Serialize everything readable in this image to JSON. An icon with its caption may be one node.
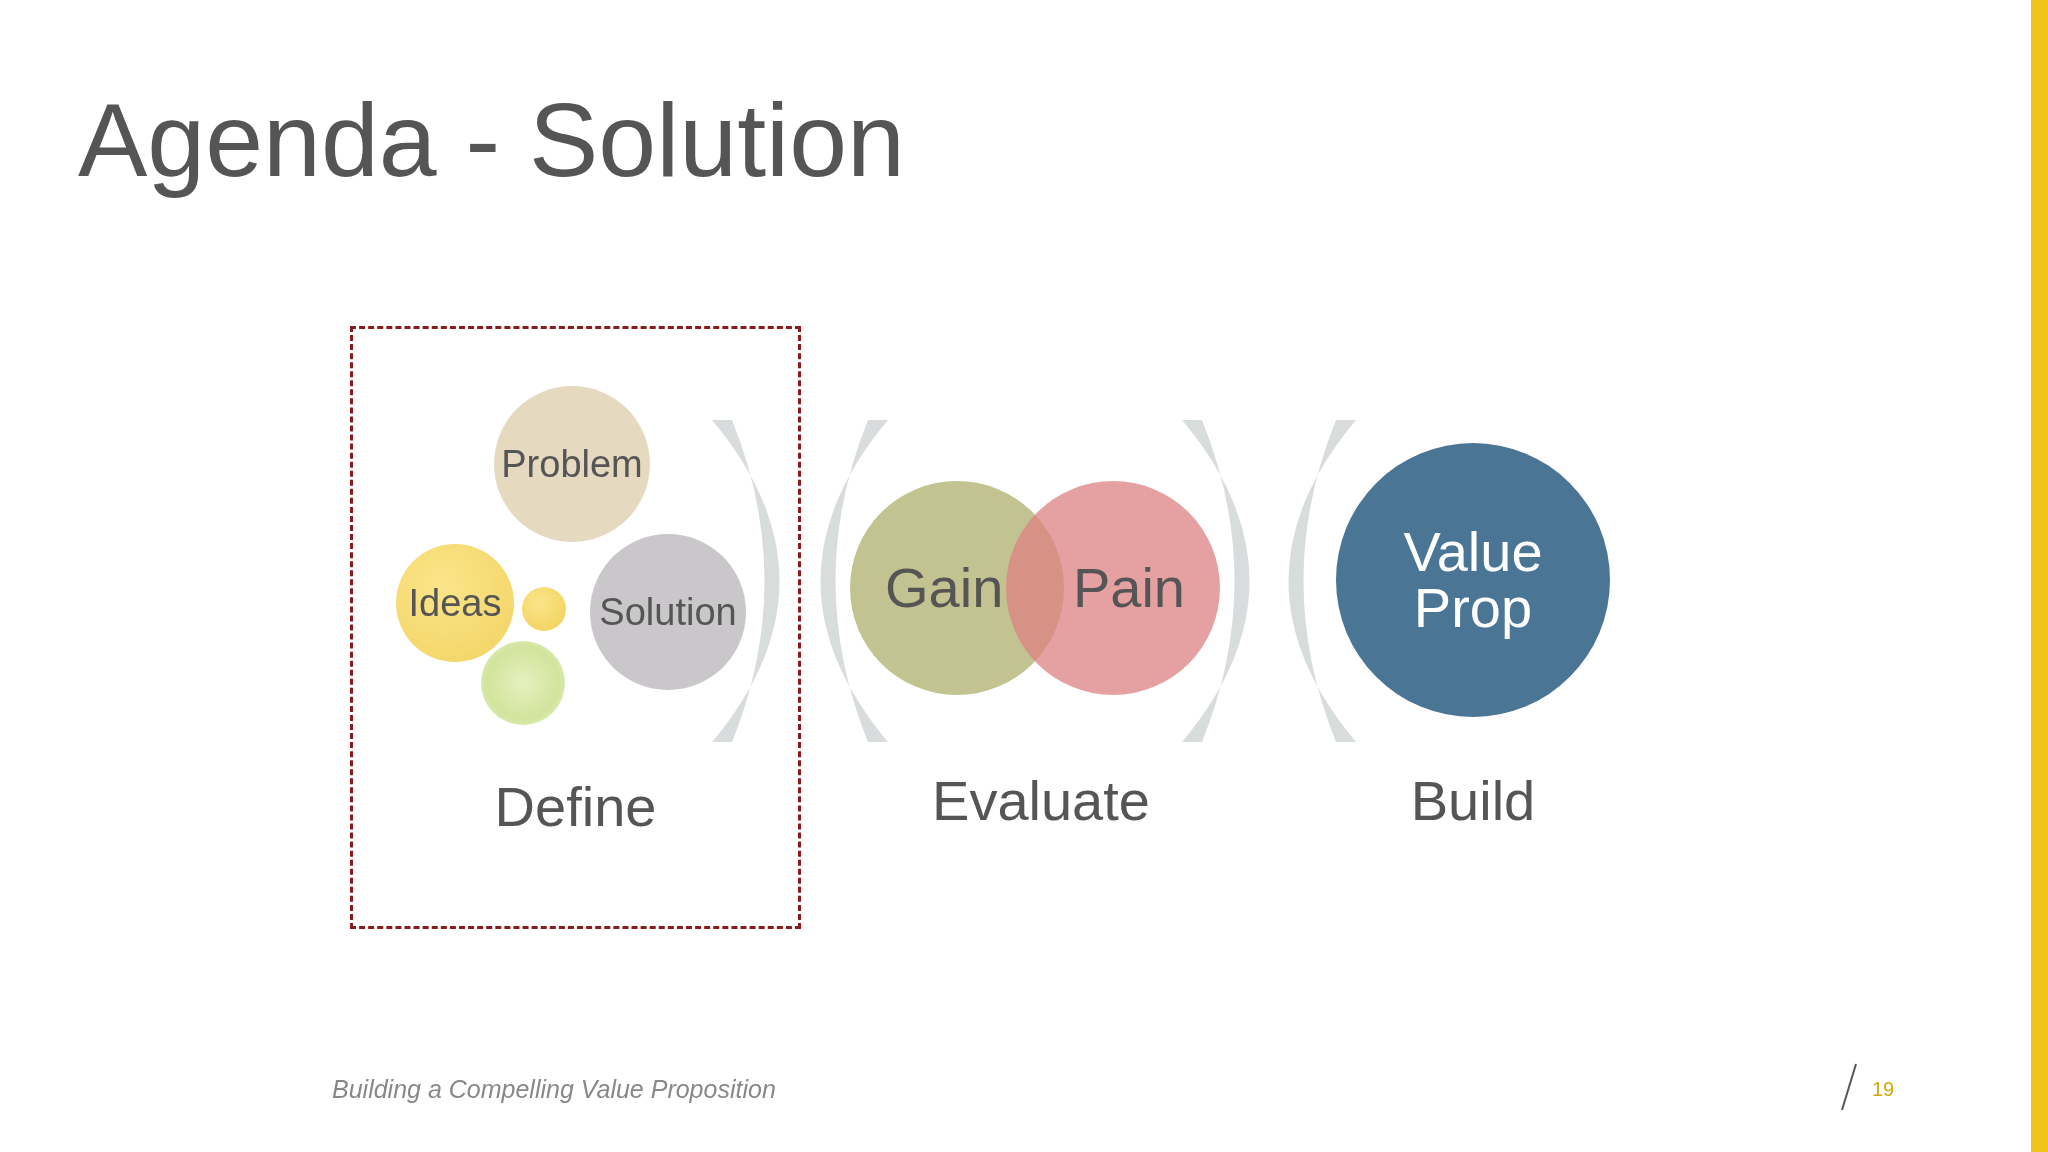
{
  "diagram": {
    "title": "Agenda - Solution",
    "nodes": [
      {
        "text": [
          "Define"
        ]
      },
      {
        "text": [
          "Problem"
        ],
        "in": 0
      },
      {
        "text": [
          "Ideas"
        ],
        "in": 0
      },
      {
        "text": [],
        "shape": "circle",
        "in": 0
      },
      {
        "text": [
          "Solution"
        ],
        "in": 0
      },
      {
        "text": [],
        "shape": "circle",
        "in": 0
      },
      {
        "text": [
          "Gain"
        ]
      },
      {
        "text": [
          "Pain"
        ]
      },
      {
        "text": [
          "Value Prop"
        ]
      }
    ],
    "labels": [
      "Evaluate",
      "Build",
      "Building a Compelling Value Proposition",
      "19"
    ]
  }
}
